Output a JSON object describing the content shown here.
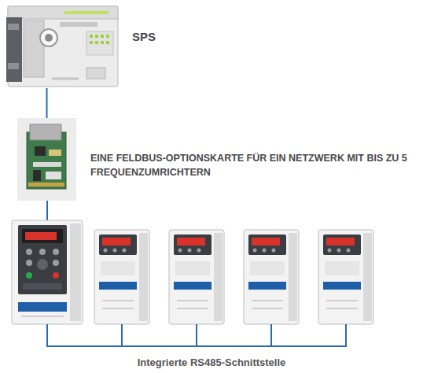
{
  "diagram": {
    "nodes": [
      {
        "text": [
          "SPS"
        ]
      },
      {
        "text": [
          "EINE FELDBUS-OPTIONSKARTE FÜR EIN NETZWERK MIT BIS ZU 5 FREQUENZUMRICHTERN"
        ]
      }
    ],
    "edges": [
      {
        "from": 0,
        "to": 1,
        "arrow": "none"
      }
    ],
    "labels": [
      "Integrierte RS485-Schnittstelle"
    ]
  }
}
